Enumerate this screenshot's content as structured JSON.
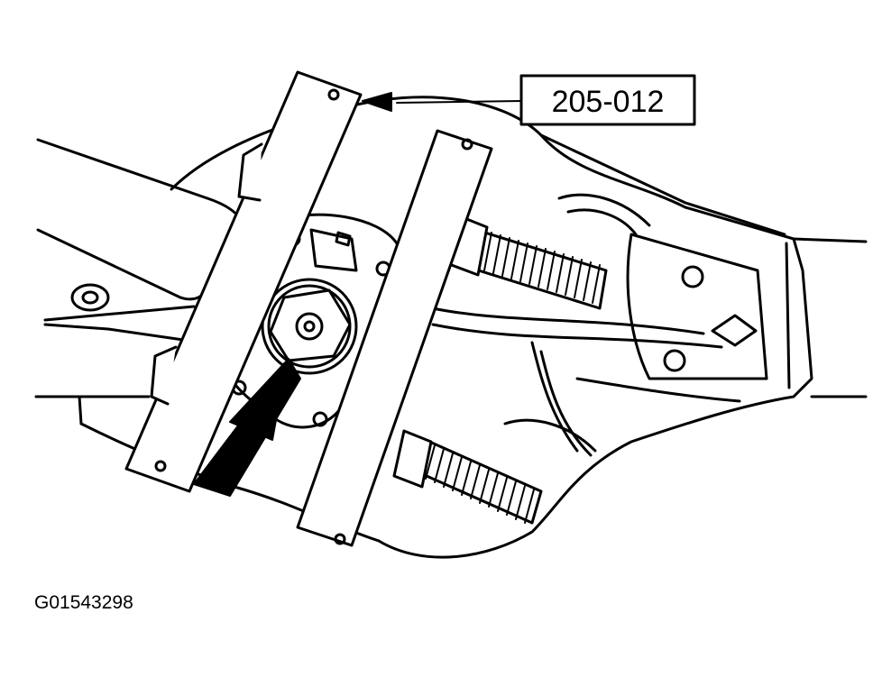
{
  "callout": {
    "label": "205-012"
  },
  "figure": {
    "id": "G01543298"
  },
  "arrows": [
    {
      "name": "callout-pointer-arrow"
    },
    {
      "name": "direction-arrow"
    }
  ]
}
